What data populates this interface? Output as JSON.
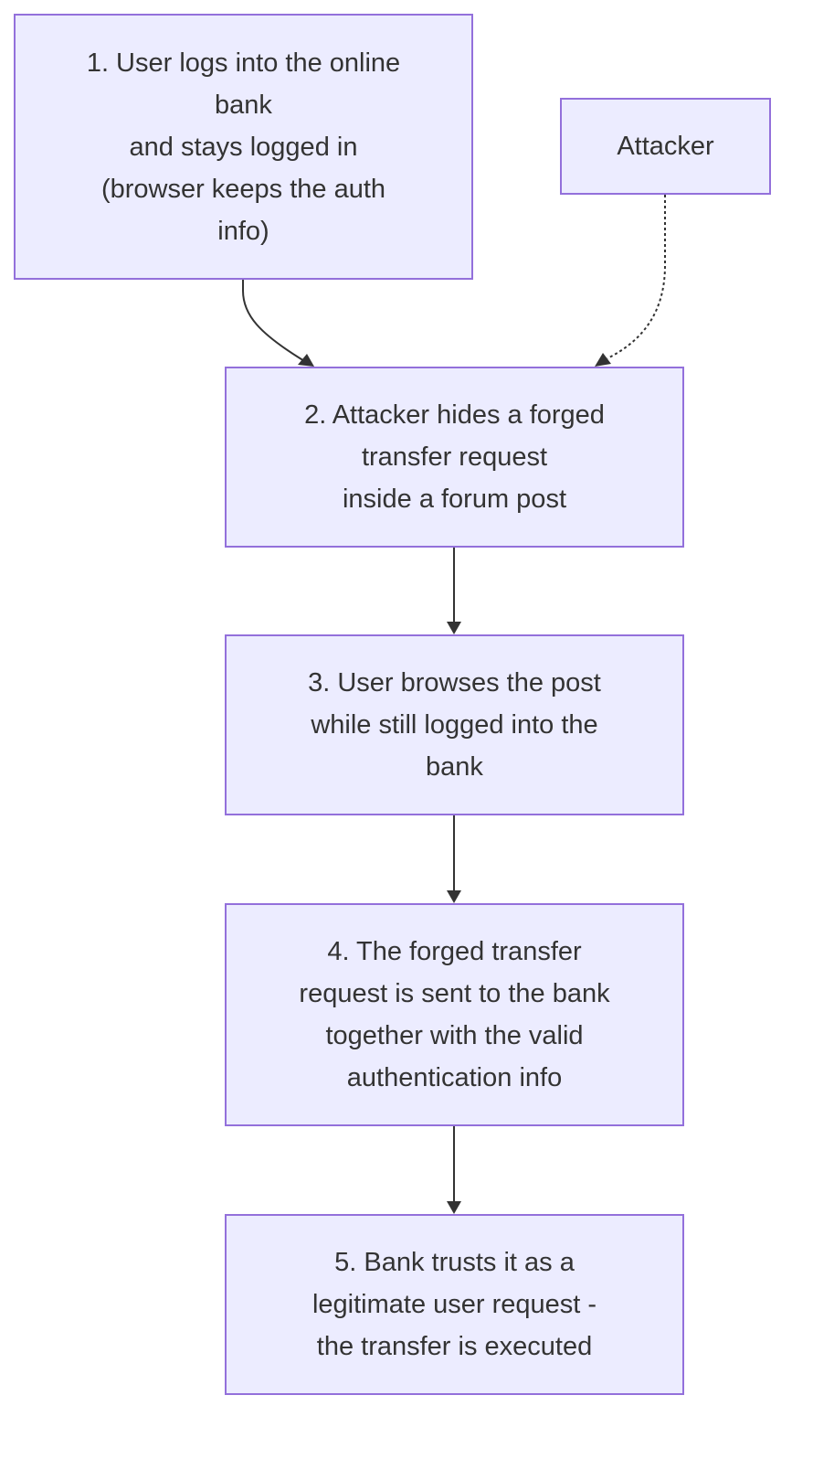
{
  "colors": {
    "node_fill": "#ececff",
    "node_border": "#9370db",
    "text": "#333333",
    "edge": "#333333"
  },
  "nodes": {
    "step1": {
      "lines": [
        "1. User logs into the online",
        "bank",
        "and stays logged in",
        "(browser keeps the auth",
        "info)"
      ]
    },
    "attacker": {
      "lines": [
        "Attacker"
      ]
    },
    "step2": {
      "lines": [
        "2. Attacker hides a forged",
        "transfer request",
        "inside a forum post"
      ]
    },
    "step3": {
      "lines": [
        "3. User browses the post",
        "while still logged into the",
        "bank"
      ]
    },
    "step4": {
      "lines": [
        "4. The forged transfer",
        "request is sent to the bank",
        "together with the valid",
        "authentication info"
      ]
    },
    "step5": {
      "lines": [
        "5. Bank trusts it as a",
        "legitimate user request -",
        "the transfer is executed"
      ]
    }
  },
  "edges": [
    {
      "from": "step1",
      "to": "step2",
      "style": "solid"
    },
    {
      "from": "attacker",
      "to": "step2",
      "style": "dotted"
    },
    {
      "from": "step2",
      "to": "step3",
      "style": "solid"
    },
    {
      "from": "step3",
      "to": "step4",
      "style": "solid"
    },
    {
      "from": "step4",
      "to": "step5",
      "style": "solid"
    }
  ]
}
